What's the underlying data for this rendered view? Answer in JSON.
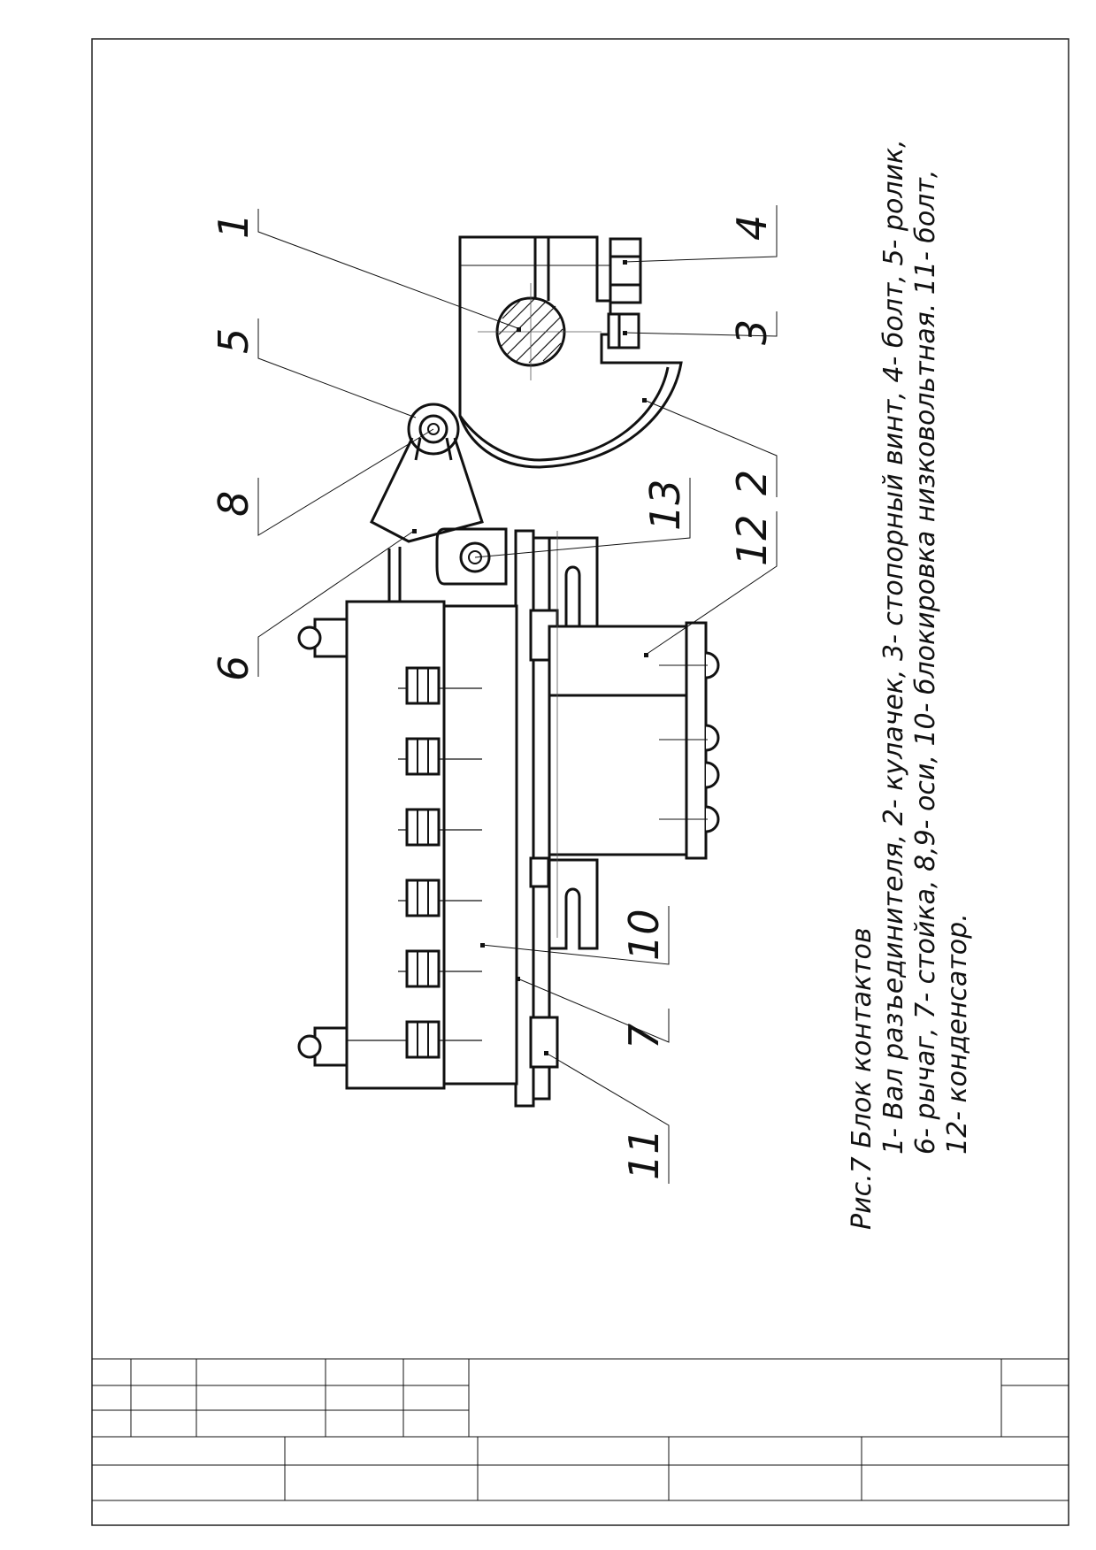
{
  "caption": {
    "title": "Рис.7 Блок контактов",
    "line1": "1- Вал разъединителя, 2- кулачек, 3- стопорный винт, 4- болт, 5- ролик,",
    "line2": "6- рычаг, 7- стойка, 8,9- оси, 10- блокировка низковольтная. 11- болт,",
    "line3": "12- конденсатор."
  },
  "callouts": {
    "c1": "1",
    "c2": "2",
    "c3": "3",
    "c4": "4",
    "c5": "5",
    "c6": "6",
    "c7": "7",
    "c8": "8",
    "c10": "10",
    "c11": "11",
    "c12": "12",
    "c13": "13"
  }
}
